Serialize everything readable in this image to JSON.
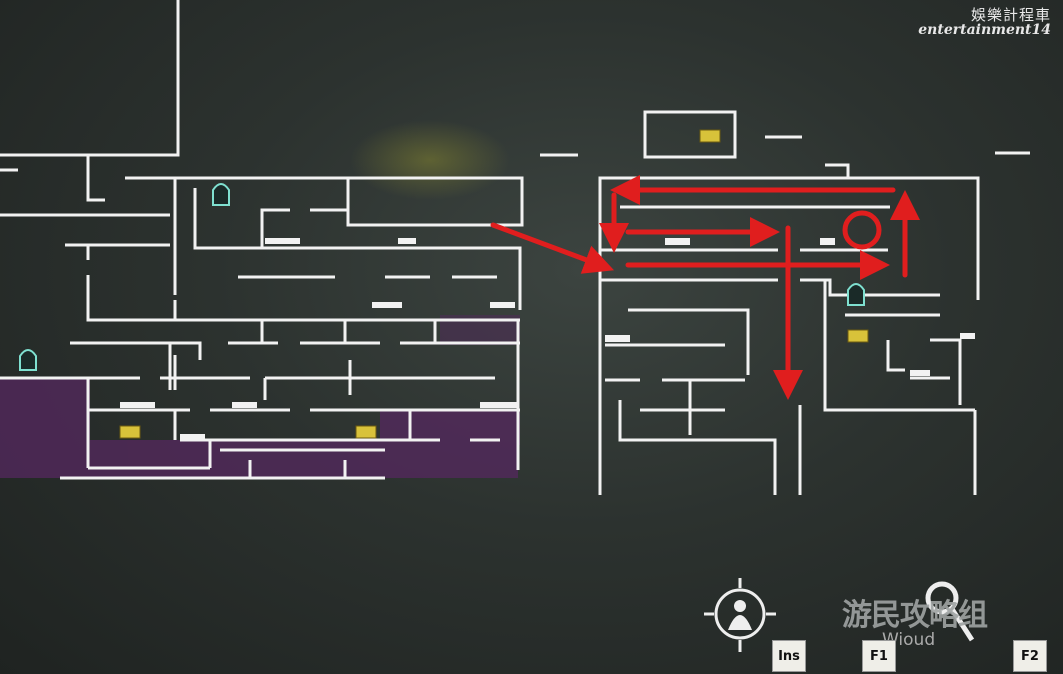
{
  "watermark": {
    "chinese": "娛樂計程車",
    "english": "entertainment14"
  },
  "hud": {
    "keys": [
      {
        "label": "Ins",
        "action": "center-on-player"
      },
      {
        "label": "F1",
        "action": "zoom-out"
      },
      {
        "label": "F2",
        "action": "zoom-in"
      }
    ],
    "icons": [
      "player-crosshair-icon",
      "magnifier-icon"
    ]
  },
  "logo": {
    "text": "游民攻略组",
    "sub": "Wioud"
  },
  "colors": {
    "wall": "#f2f2f2",
    "route": "#e01e1e",
    "chest": "#d8c23a",
    "corruption": "#5a2a6a",
    "ghost": "#7fe0d0"
  }
}
